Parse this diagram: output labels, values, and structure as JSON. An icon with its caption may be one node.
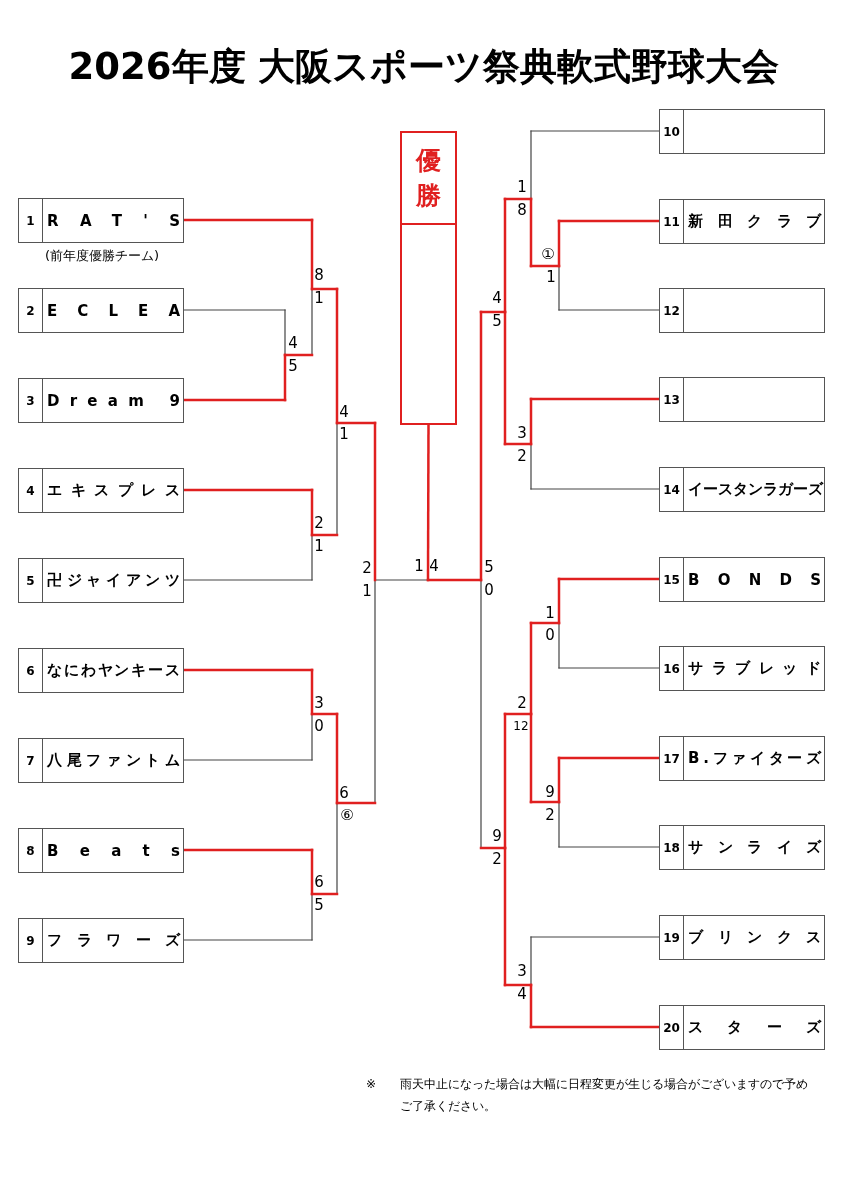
{
  "diagram": {
    "title": "2026年度 大阪スポーツ祭典軟式野球大会",
    "nodes": [
      {
        "text": [
          "1",
          "RAT'S"
        ],
        "beside": [
          "(前年度優勝チーム)"
        ]
      },
      {
        "text": [
          "2",
          "ECLEA"
        ]
      },
      {
        "text": [
          "3",
          "Dream 9"
        ]
      },
      {
        "text": [
          "4",
          "エキスプレス"
        ]
      },
      {
        "text": [
          "5",
          "卍ジャイアンツ"
        ]
      },
      {
        "text": [
          "6",
          "なにわヤンキース"
        ]
      },
      {
        "text": [
          "7",
          "八尾ファントム"
        ]
      },
      {
        "text": [
          "8",
          "Beats"
        ]
      },
      {
        "text": [
          "9",
          "フラワーズ"
        ]
      },
      {
        "text": [
          "10"
        ]
      },
      {
        "text": [
          "11",
          "新田クラブ"
        ]
      },
      {
        "text": [
          "12"
        ]
      },
      {
        "text": [
          "13"
        ]
      },
      {
        "text": [
          "14",
          "イースタンラガーズ"
        ]
      },
      {
        "text": [
          "15",
          "BONDS"
        ]
      },
      {
        "text": [
          "16",
          "サラブレッド"
        ]
      },
      {
        "text": [
          "17",
          "B.ファイターズ"
        ]
      },
      {
        "text": [
          "18",
          "サンライズ"
        ]
      },
      {
        "text": [
          "19",
          "ブリンクス"
        ]
      },
      {
        "text": [
          "20",
          "スターズ"
        ]
      },
      {
        "text": [
          "優勝"
        ]
      }
    ],
    "edges": [
      {
        "from": 0,
        "to": 20,
        "arrow": "none"
      },
      {
        "from": 1,
        "to": 20,
        "arrow": "none"
      },
      {
        "from": 2,
        "to": 20,
        "arrow": "none"
      },
      {
        "from": 3,
        "to": 20,
        "arrow": "none"
      },
      {
        "from": 4,
        "to": 20,
        "arrow": "none"
      },
      {
        "from": 5,
        "to": 20,
        "arrow": "none",
        "color": "#444444"
      },
      {
        "from": 6,
        "to": 20,
        "arrow": "none",
        "color": "#444444"
      },
      {
        "from": 7,
        "to": 20,
        "arrow": "none",
        "color": "#444444"
      },
      {
        "from": 8,
        "to": 20,
        "arrow": "none",
        "color": "#444444"
      },
      {
        "from": 9,
        "to": 20,
        "arrow": "none"
      },
      {
        "from": 10,
        "to": 20,
        "arrow": "none"
      },
      {
        "from": 11,
        "to": 20,
        "arrow": "none"
      },
      {
        "from": 12,
        "to": 20,
        "arrow": "none",
        "color": "#e02020"
      },
      {
        "from": 13,
        "to": 20,
        "arrow": "none"
      },
      {
        "from": 14,
        "to": 20,
        "arrow": "none",
        "color": "#444444"
      },
      {
        "from": 15,
        "to": 20,
        "arrow": "none",
        "color": "#444444"
      },
      {
        "from": 16,
        "to": 20,
        "arrow": "none",
        "color": "#444444"
      },
      {
        "from": 17,
        "to": 20,
        "arrow": "none",
        "color": "#444444"
      },
      {
        "from": 18,
        "to": 20,
        "arrow": "none",
        "color": "#444444"
      },
      {
        "from": 19,
        "to": 20,
        "arrow": "none",
        "color": "#444444"
      }
    ],
    "labels": [
      "1",
      "8",
      "8",
      "1",
      "①",
      "1",
      "4",
      "5",
      "4",
      "5",
      "4",
      "1",
      "3",
      "2",
      "2",
      "1",
      "2",
      "1",
      "1",
      "4",
      "5",
      "0",
      "1",
      "0",
      "3",
      "0",
      "2",
      "12",
      "6",
      "⑥",
      "9",
      "2",
      "9",
      "2",
      "6",
      "5",
      "3",
      "4",
      "※",
      "雨天中止になった場合は大幅に日程変更が生じる場合がございますので予めご了承ください。"
    ]
  }
}
